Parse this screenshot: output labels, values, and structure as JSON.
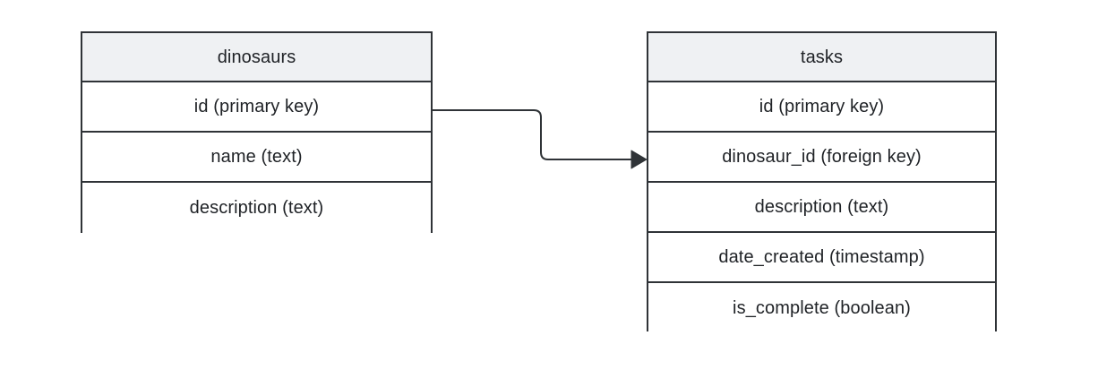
{
  "diagram": {
    "type": "entity-relationship-diagram",
    "background_color": "#ffffff",
    "header_fill": "#eff1f3",
    "row_fill": "#ffffff",
    "border_color": "#2f3337",
    "text_color": "#1f2226",
    "connector_color": "#2f3337"
  },
  "entities": [
    {
      "id": "dinosaurs",
      "title": "dinosaurs",
      "fields": [
        {
          "label": "id (primary key)"
        },
        {
          "label": "name (text)"
        },
        {
          "label": "description (text)"
        }
      ]
    },
    {
      "id": "tasks",
      "title": "tasks",
      "fields": [
        {
          "label": "id (primary key)"
        },
        {
          "label": "dinosaur_id (foreign key)"
        },
        {
          "label": "description (text)"
        },
        {
          "label": "date_created (timestamp)"
        },
        {
          "label": "is_complete (boolean)"
        }
      ]
    }
  ],
  "relationships": [
    {
      "id": "dinosaurs-id-to-tasks-dinosaur-id",
      "from_entity": "dinosaurs",
      "from_field": "id (primary key)",
      "to_entity": "tasks",
      "to_field": "dinosaur_id (foreign key)",
      "style": "orthogonal-step",
      "arrow": "filled-triangle-end"
    }
  ]
}
